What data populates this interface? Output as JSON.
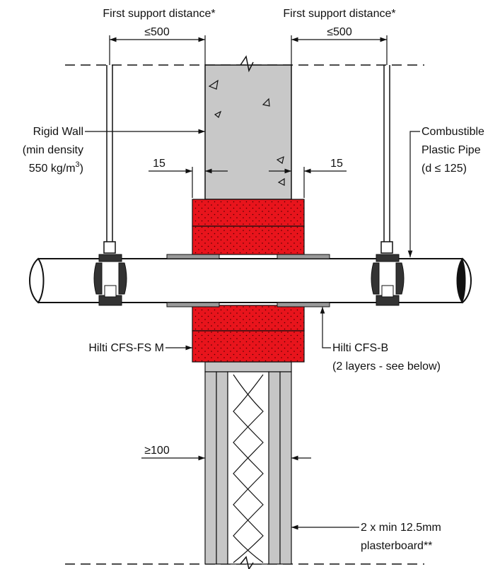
{
  "labels": {
    "first_support_left": "First support distance*",
    "first_support_right": "First support distance*",
    "dist_left": "≤500",
    "dist_right": "≤500",
    "rigid_wall": {
      "line1": "Rigid Wall",
      "line2": "(min density",
      "line3_value": "550 kg/m",
      "line3_sup": "3",
      "line3_close": ")"
    },
    "pipe": {
      "line1": "Combustible",
      "line2": "Plastic Pipe",
      "line3": "(d ≤ 125)"
    },
    "gap_left": "15",
    "gap_right": "15",
    "fs_m": "Hilti CFS-FS M",
    "cfs_b": {
      "line1": "Hilti CFS-B",
      "line2": "(2 layers - see below)"
    },
    "wall_thickness": "≥100",
    "plasterboard": {
      "line1": "2 x min 12.5mm",
      "line2": "plasterboard**"
    }
  },
  "colors": {
    "concrete": "#c8c8c8",
    "fire_block": "#e8141c",
    "plasterboard": "#c6c6c6",
    "line": "#111111"
  }
}
